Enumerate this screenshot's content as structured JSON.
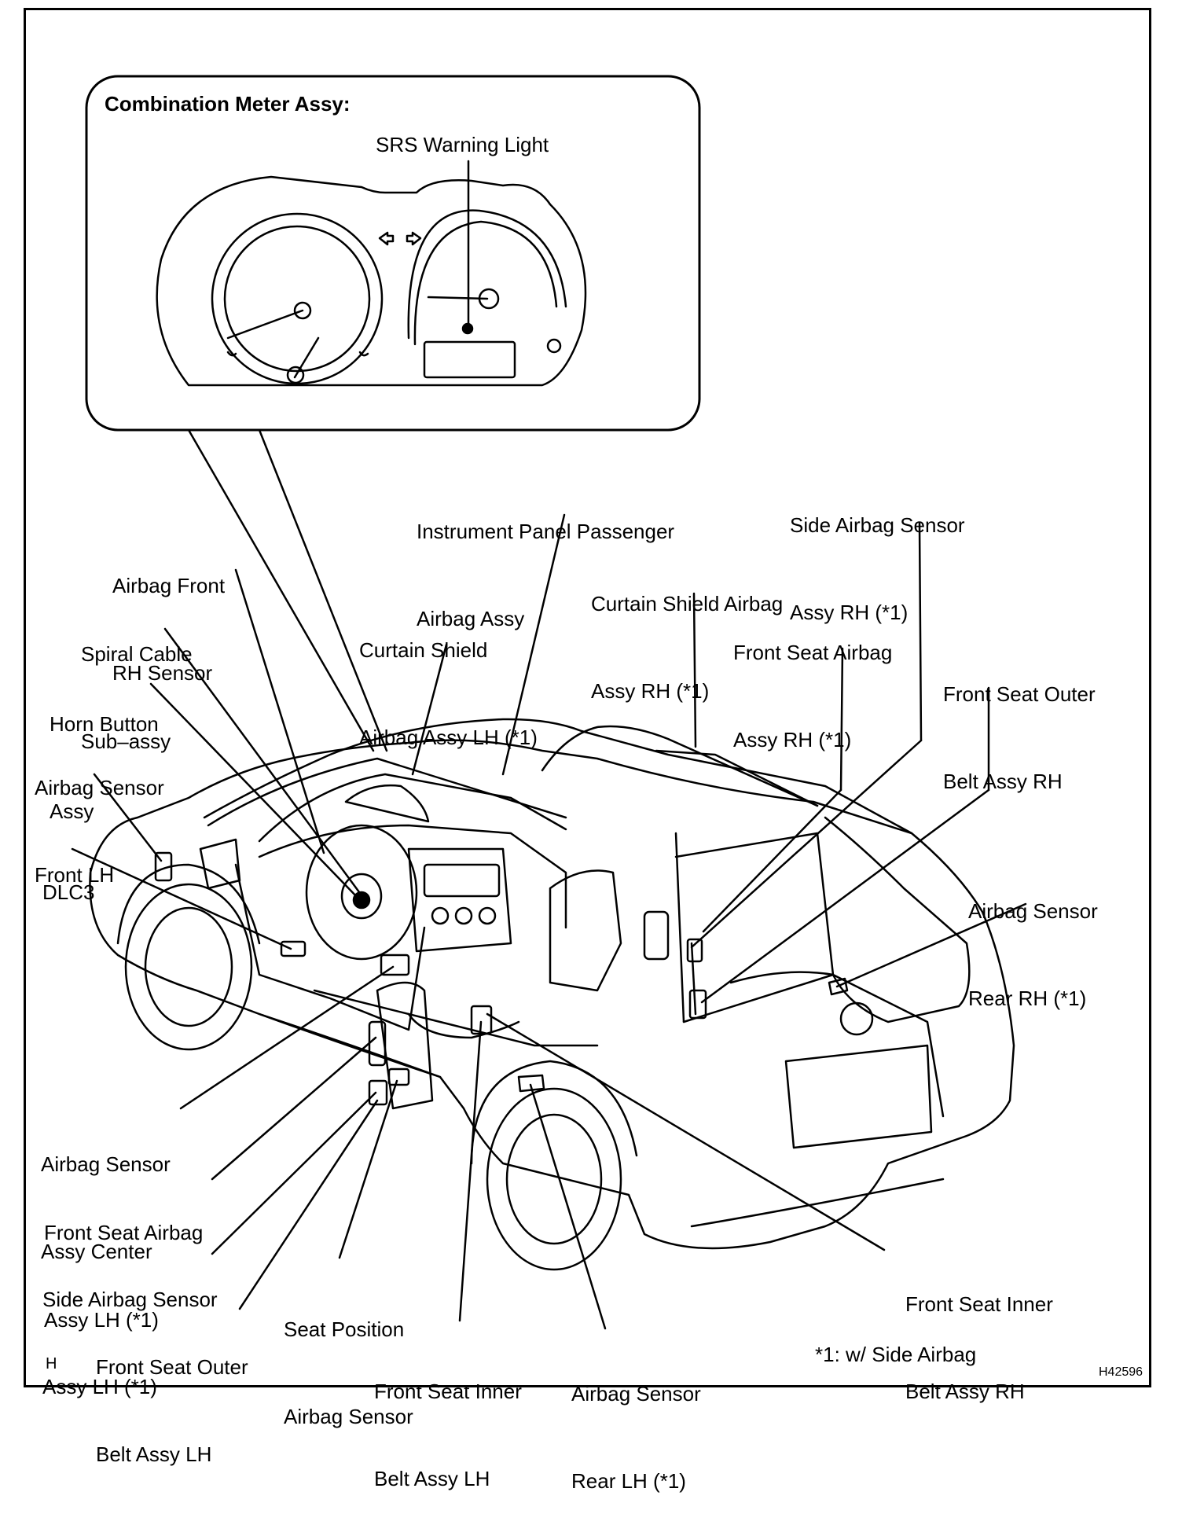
{
  "inset": {
    "title": "Combination Meter Assy:",
    "warning_light": "SRS Warning Light"
  },
  "labels": {
    "instrument_panel_passenger_airbag": [
      "Instrument Panel Passenger",
      "Airbag Assy"
    ],
    "side_airbag_sensor_rh": [
      "Side Airbag Sensor",
      "Assy RH (*1)"
    ],
    "airbag_front_rh_sensor": [
      "Airbag Front",
      "RH Sensor"
    ],
    "curtain_shield_airbag_rh": [
      "Curtain Shield Airbag",
      "Assy RH (*1)"
    ],
    "spiral_cable": [
      "Spiral Cable",
      "Sub–assy"
    ],
    "curtain_shield_airbag_lh": [
      "Curtain Shield",
      "Airbag Assy LH (*1)"
    ],
    "front_seat_airbag_rh": [
      "Front Seat Airbag",
      "Assy RH (*1)"
    ],
    "front_seat_outer_belt_rh": [
      "Front Seat Outer",
      "Belt Assy RH"
    ],
    "horn_button": [
      "Horn Button",
      "Assy"
    ],
    "airbag_sensor_front_lh": [
      "Airbag Sensor",
      "Front LH"
    ],
    "dlc3": [
      "DLC3"
    ],
    "airbag_sensor_rear_rh": [
      "Airbag Sensor",
      "Rear RH (*1)"
    ],
    "airbag_sensor_center": [
      "Airbag Sensor",
      "Assy Center"
    ],
    "front_seat_airbag_lh": [
      "Front Seat Airbag",
      "Assy LH (*1)"
    ],
    "side_airbag_sensor_lh": [
      "Side Airbag Sensor",
      "Assy LH (*1)"
    ],
    "seat_position_sensor": [
      "Seat Position",
      "Airbag Sensor"
    ],
    "front_seat_outer_belt_lh": [
      "Front Seat Outer",
      "Belt Assy LH"
    ],
    "front_seat_inner_belt_lh": [
      "Front Seat Inner",
      "Belt Assy LH"
    ],
    "airbag_sensor_rear_lh": [
      "Airbag Sensor",
      "Rear LH (*1)"
    ],
    "front_seat_inner_belt_rh": [
      "Front Seat Inner",
      "Belt Assy RH"
    ]
  },
  "footnote": "*1: w/ Side Airbag",
  "corner_mark": "H",
  "figure_id": "H42596"
}
